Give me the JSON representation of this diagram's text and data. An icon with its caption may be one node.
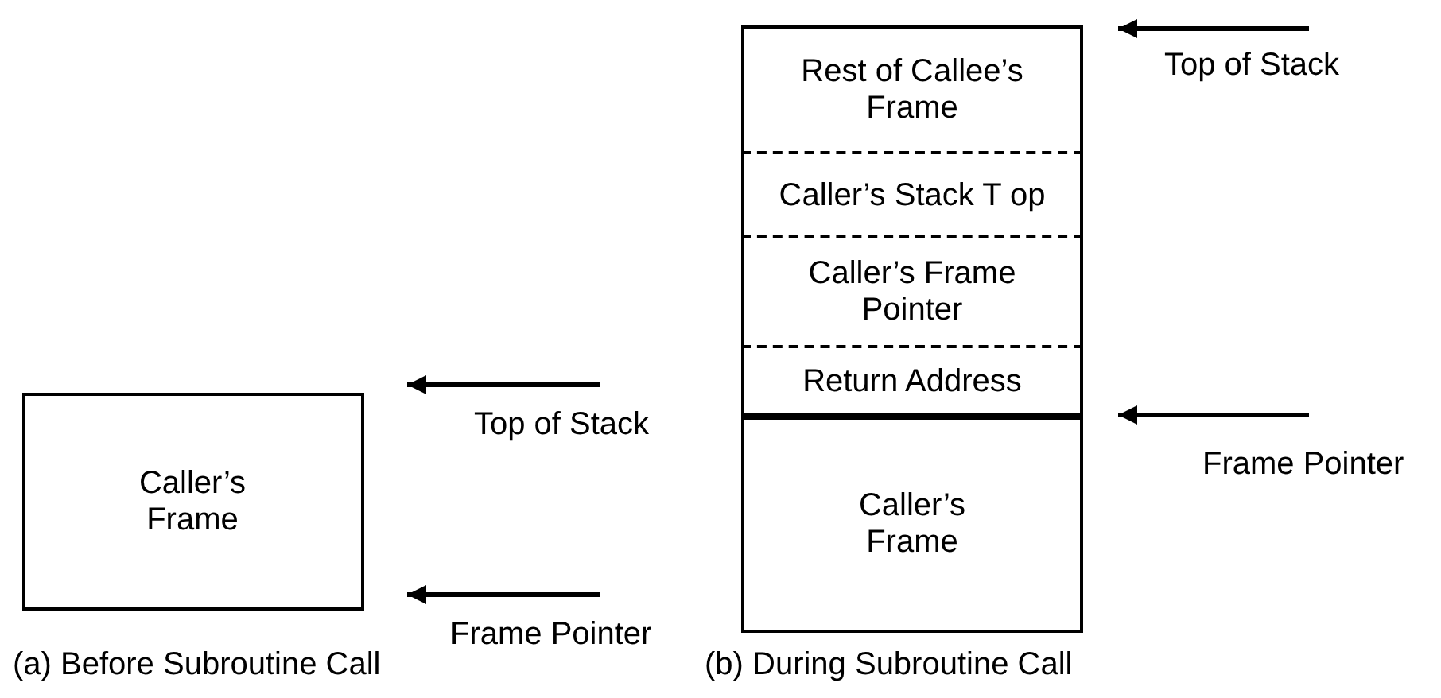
{
  "diagram": {
    "nodes": [
      {
        "text": [
          "Caller’s Frame"
        ]
      },
      {
        "text": [
          "Top of Stack"
        ]
      },
      {
        "text": [
          "Frame Pointer"
        ]
      },
      {
        "text": [
          "Rest of Callee’s Frame"
        ]
      },
      {
        "text": [
          "Caller’s Stack T op"
        ]
      },
      {
        "text": [
          "Caller’s Frame Pointer"
        ]
      },
      {
        "text": [
          "Return Address"
        ]
      },
      {
        "text": [
          "Caller’s Frame"
        ]
      },
      {
        "text": [
          "Top of Stack"
        ]
      },
      {
        "text": [
          "Frame Pointer"
        ]
      }
    ],
    "edges": [
      {
        "from": 1,
        "to": 0,
        "arrow": "to"
      },
      {
        "from": 2,
        "to": 0,
        "arrow": "to"
      },
      {
        "from": 8,
        "to": 3,
        "arrow": "to"
      },
      {
        "from": 9,
        "to": 6,
        "arrow": "to"
      }
    ],
    "labels": [
      "(a) Before Subroutine Call",
      "(b) During Subroutine Call"
    ]
  }
}
